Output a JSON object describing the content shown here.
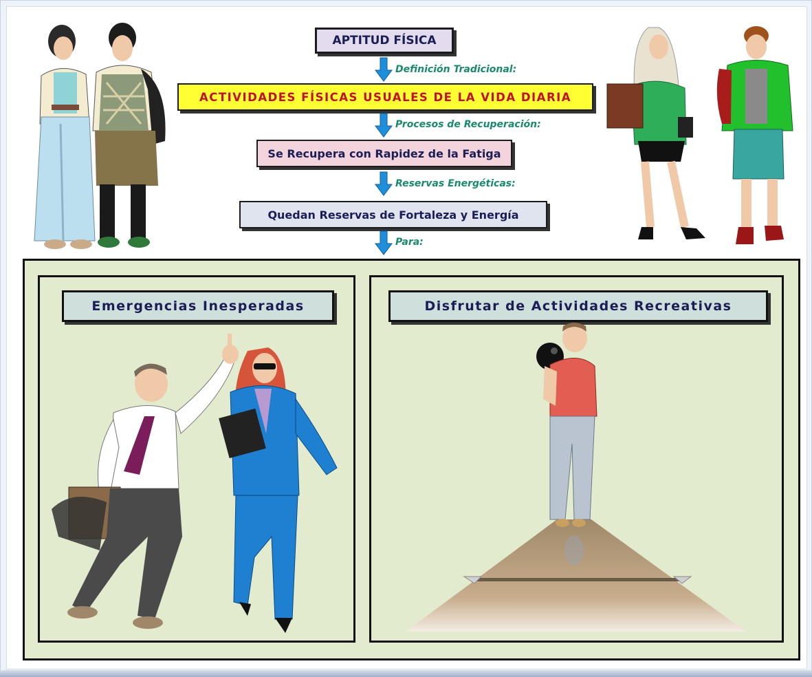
{
  "flow": {
    "title": "APTITUD FÍSICA",
    "step1_label": "Definición Tradicional:",
    "box1": "ACTIVIDADES FÍSICAS USUALES DE LA VIDA DIARIA",
    "step2_label": "Procesos de Recuperación:",
    "box2": "Se Recupera con Rapidez de la Fatiga",
    "step3_label": "Reservas Energéticas:",
    "box3": "Quedan Reservas de Fortaleza y Energía",
    "step4_label": "Para:"
  },
  "panels": {
    "left_title": "Emergencias Inesperadas",
    "right_title": "Disfrutar de Actividades Recreativas"
  },
  "colors": {
    "arrow": "#1f8fdc",
    "label_green": "#1a8a6e",
    "title_box_bg": "#e3dcef",
    "box1_bg": "#ffff33",
    "box1_text": "#c0102a",
    "box2_bg": "#f3d4dc",
    "box3_bg": "#dfe4ef",
    "text_navy": "#1b1d55",
    "panel_bg": "#e3ebcf",
    "panel_title_bg": "#cfe0dc"
  },
  "icons": [
    "arrow-down-icon"
  ]
}
